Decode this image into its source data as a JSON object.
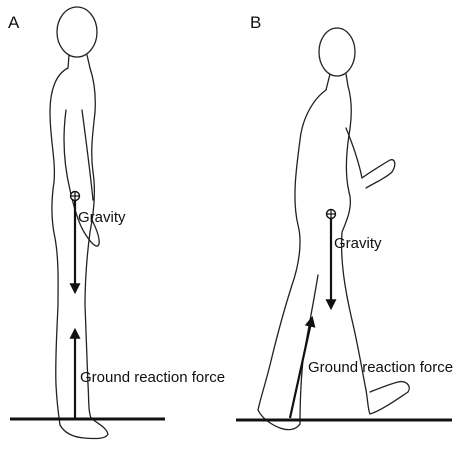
{
  "panels": [
    {
      "label": "A",
      "gravity_label": "Gravity",
      "grf_label": "Ground reaction force"
    },
    {
      "label": "B",
      "gravity_label": "Gravity",
      "grf_label": "Ground reaction force"
    }
  ],
  "colors": {
    "line": "#222222",
    "arrow": "#111111",
    "background": "#ffffff"
  }
}
